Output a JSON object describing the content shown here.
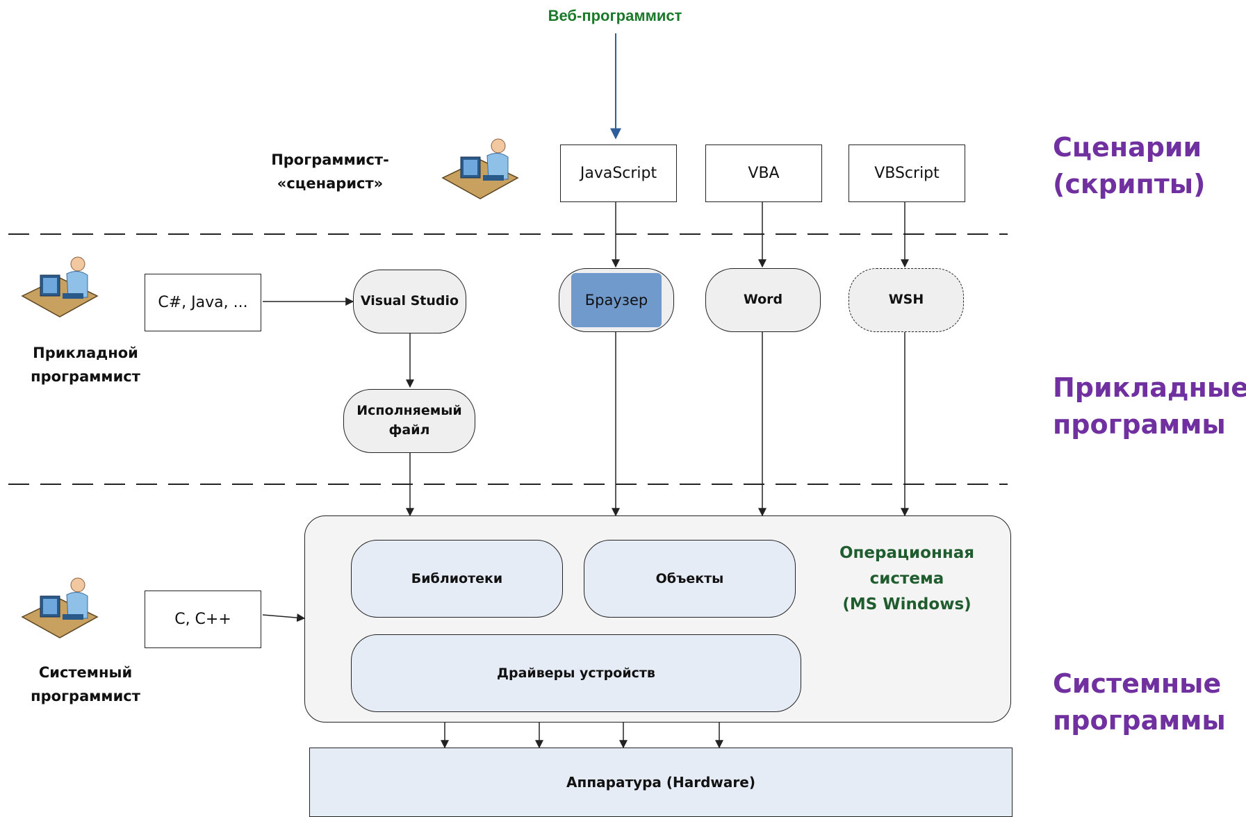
{
  "top_actor": "Веб-программист",
  "script_actor": [
    "Программист-",
    "«сценарист»"
  ],
  "app_actor": [
    "Прикладной",
    "программист"
  ],
  "sys_actor": [
    "Системный",
    "программист"
  ],
  "scripts": {
    "javascript": "JavaScript",
    "vba": "VBA",
    "vbscript": "VBScript"
  },
  "languages": {
    "app_langs": "C#, Java, ...",
    "sys_langs": "C, C++"
  },
  "apps": {
    "visual_studio": "Visual Studio",
    "executable": [
      "Исполняемый",
      "файл"
    ],
    "browser": "Браузер",
    "word": "Word",
    "wsh": "WSH"
  },
  "os": {
    "title": [
      "Операционная",
      "система",
      "(MS Windows)"
    ],
    "libraries": "Библиотеки",
    "objects": "Объекты",
    "drivers": "Драйверы устройств"
  },
  "hardware": "Аппаратура (Hardware)",
  "layers": {
    "scripts": [
      "Сценарии",
      "(скрипты)"
    ],
    "applications": [
      "Прикладные",
      "программы"
    ],
    "system": [
      "Системные",
      "программы"
    ]
  },
  "colors": {
    "layer_label": "#7030a0",
    "os_title": "#1f5c2e",
    "top_actor": "#1a7a2a",
    "browser_fill": "#7099cc",
    "os_inner_fill": "#e6ecf5",
    "hardware_fill": "#e6ecf5"
  }
}
